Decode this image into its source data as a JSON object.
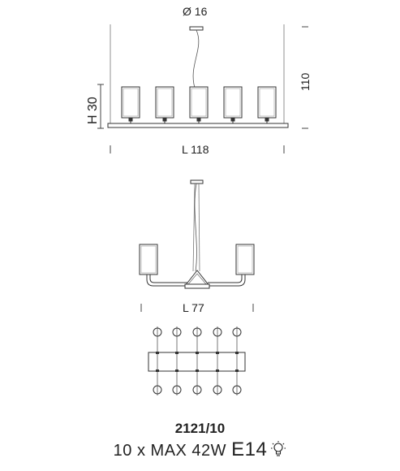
{
  "dimensions": {
    "canopy_diameter": "Ø 16",
    "suspension_length": "110",
    "height": "H 30",
    "length_front": "L 118",
    "length_side": "L 77"
  },
  "product": {
    "model": "2121/10",
    "lamps_spec": "10 x MAX 42W",
    "socket": "E14",
    "bulb_icon": "dimmable-bulb-icon"
  }
}
